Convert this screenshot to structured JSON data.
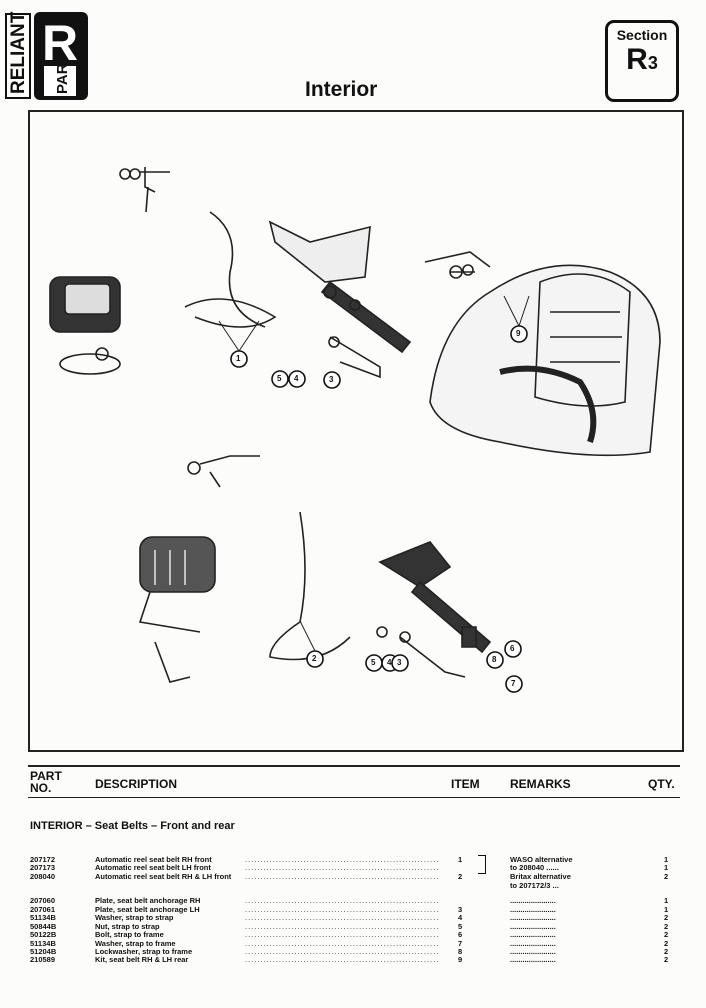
{
  "header": {
    "logo_text": "RELIANT PART",
    "logo_letter": "R",
    "title": "Interior",
    "section_label": "Section",
    "section_code_letter": "R",
    "section_code_num": "3"
  },
  "diagram": {
    "callouts_top": [
      "1",
      "5",
      "4",
      "3",
      "9"
    ],
    "callouts_bottom": [
      "2",
      "5",
      "4",
      "3",
      "8",
      "6",
      "7"
    ]
  },
  "table": {
    "headers": {
      "part_no": "PART NO.",
      "description": "DESCRIPTION",
      "item": "ITEM",
      "remarks": "REMARKS",
      "qty": "QTY."
    },
    "group_title": "INTERIOR – Seat Belts – Front and rear",
    "rows": [
      {
        "part": "207172",
        "desc": "Automatic reel seat belt RH front",
        "item": "1",
        "remarks": "WASO alternative",
        "qty": "1"
      },
      {
        "part": "207173",
        "desc": "Automatic reel seat belt LH front",
        "item": "",
        "remarks": "to 208040 ......",
        "qty": "1"
      },
      {
        "part": "208040",
        "desc": "Automatic reel seat belt RH & LH front",
        "item": "2",
        "remarks": "Britax alternative",
        "qty": "2"
      },
      {
        "part": "",
        "desc": "",
        "item": "",
        "remarks": "to 207172/3 ...",
        "qty": ""
      },
      {
        "part": "207060",
        "desc": "Plate, seat belt anchorage RH",
        "item": "",
        "remarks": "......................",
        "qty": "1"
      },
      {
        "part": "207061",
        "desc": "Plate, seat belt anchorage LH",
        "item": "3",
        "remarks": "......................",
        "qty": "1"
      },
      {
        "part": "51134B",
        "desc": "Washer, strap to strap",
        "item": "4",
        "remarks": "......................",
        "qty": "2"
      },
      {
        "part": "50844B",
        "desc": "Nut, strap to strap",
        "item": "5",
        "remarks": "......................",
        "qty": "2"
      },
      {
        "part": "50122B",
        "desc": "Bolt, strap to frame",
        "item": "6",
        "remarks": "......................",
        "qty": "2"
      },
      {
        "part": "51134B",
        "desc": "Washer, strap to frame",
        "item": "7",
        "remarks": "......................",
        "qty": "2"
      },
      {
        "part": "51204B",
        "desc": "Lockwasher, strap to frame",
        "item": "8",
        "remarks": "......................",
        "qty": "2"
      },
      {
        "part": "210589",
        "desc": "Kit, seat belt RH & LH rear",
        "item": "9",
        "remarks": "......................",
        "qty": "2"
      }
    ]
  }
}
